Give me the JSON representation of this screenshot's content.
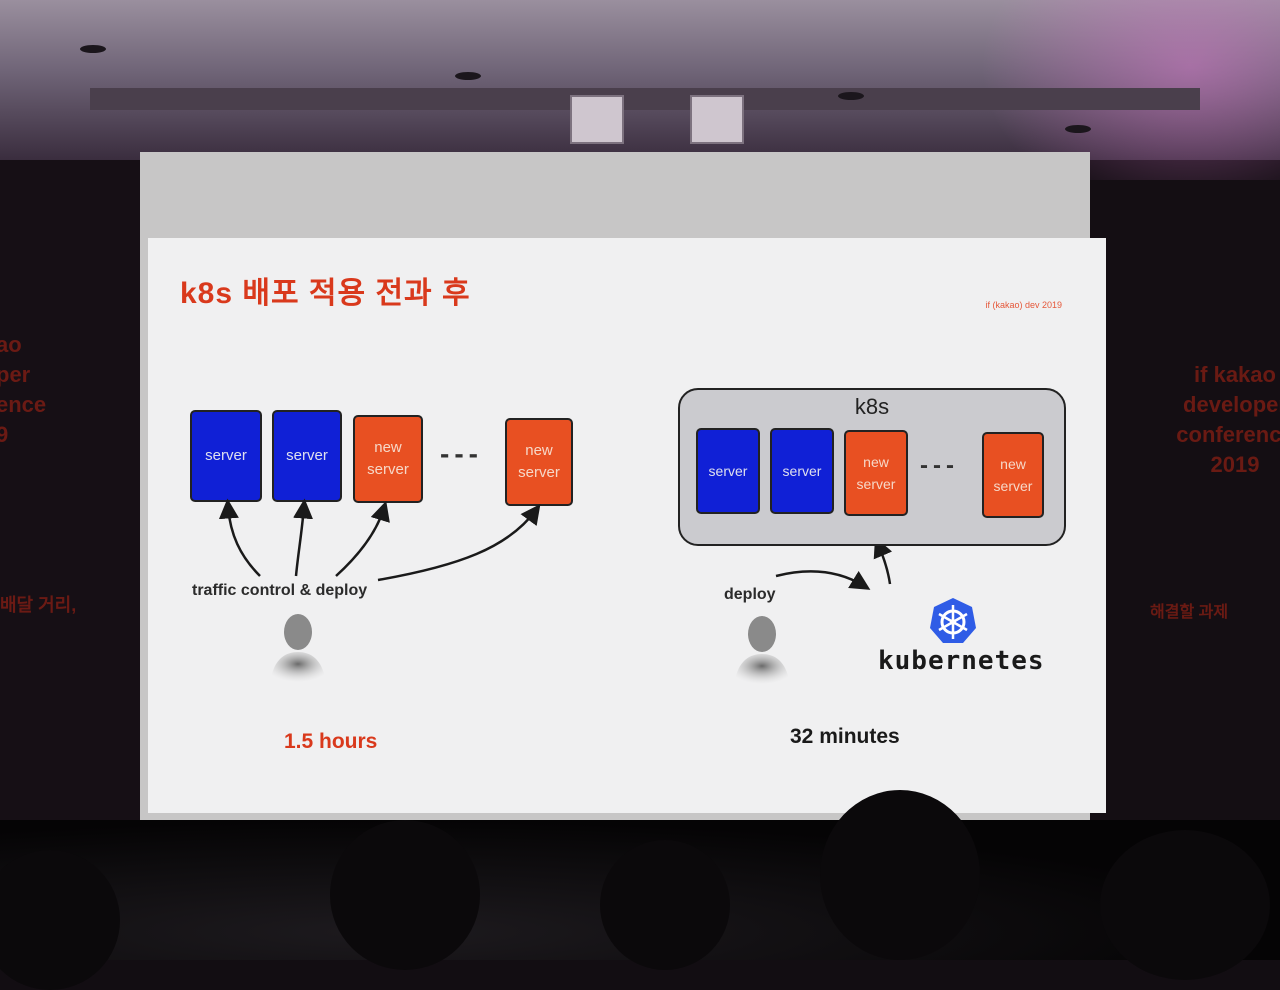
{
  "slide": {
    "title": "k8s 배포 적용 전과 후",
    "brand": "if (kakao) dev 2019"
  },
  "before": {
    "servers": [
      {
        "label": "server",
        "kind": "server",
        "color": "#1020d6"
      },
      {
        "label": "server",
        "kind": "server",
        "color": "#1020d6"
      },
      {
        "label": "new server",
        "kind": "new-server",
        "color": "#e85022"
      },
      {
        "label": "new server",
        "kind": "new-server",
        "color": "#e85022"
      }
    ],
    "ellipsis": "---",
    "caption": "traffic control & deploy",
    "duration": "1.5 hours",
    "duration_color": "#d9391c"
  },
  "after": {
    "group_label": "k8s",
    "servers": [
      {
        "label": "server",
        "kind": "server",
        "color": "#1020d6"
      },
      {
        "label": "server",
        "kind": "server",
        "color": "#1020d6"
      },
      {
        "label": "new server",
        "kind": "new-server",
        "color": "#e85022"
      },
      {
        "label": "new server",
        "kind": "new-server",
        "color": "#e85022"
      }
    ],
    "ellipsis": "---",
    "caption": "deploy",
    "kubernetes_label": "kubernetes",
    "duration": "32 minutes",
    "duration_color": "#1a1a1a"
  },
  "background": {
    "left_banner": [
      "ao",
      "per",
      "ence",
      "9",
      "",
      "",
      "",
      "배달 거리,"
    ],
    "right_banner": [
      "if kakao",
      "developer",
      "conference",
      "2019",
      "",
      "",
      "",
      "해결할 과제"
    ]
  },
  "icons": {
    "person": "person-silhouette-icon",
    "kubernetes": "kubernetes-helm-icon"
  }
}
